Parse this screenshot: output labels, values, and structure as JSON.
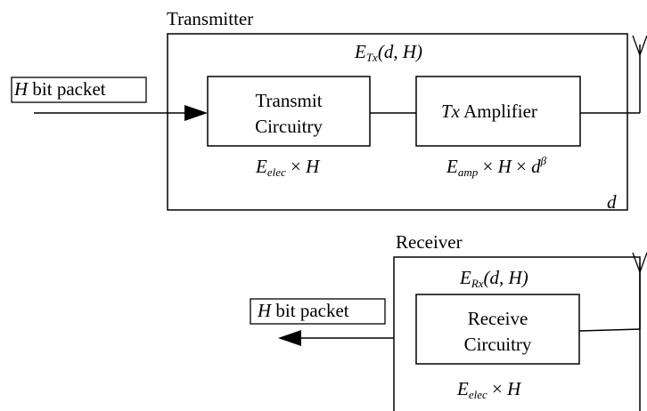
{
  "transmitter": {
    "title": "Transmitter",
    "energy": {
      "sym": "E",
      "sub": "Tx",
      "args": "(d, H)"
    },
    "input_label": {
      "var": "H",
      "text": " bit packet"
    },
    "circuit": {
      "line1": "Transmit",
      "line2": "Circuitry"
    },
    "circuit_energy": {
      "sym": "E",
      "sub": "elec",
      "rest": " × ",
      "var": "H"
    },
    "amplifier": {
      "var": "Tx",
      "text": " Amplifier"
    },
    "amp_energy": {
      "sym": "E",
      "sub": "amp",
      "mid": " × ",
      "h": "H",
      "mid2": " × ",
      "d": "d",
      "exp": "β"
    }
  },
  "distance": {
    "label": "d"
  },
  "receiver": {
    "title": "Receiver",
    "energy": {
      "sym": "E",
      "sub": "Rx",
      "args": "(d, H)"
    },
    "output_label": {
      "var": "H",
      "text": " bit packet"
    },
    "circuit": {
      "line1": "Receive",
      "line2": "Circuitry"
    },
    "circuit_energy": {
      "sym": "E",
      "sub": "elec",
      "rest": " × ",
      "var": "H"
    }
  }
}
